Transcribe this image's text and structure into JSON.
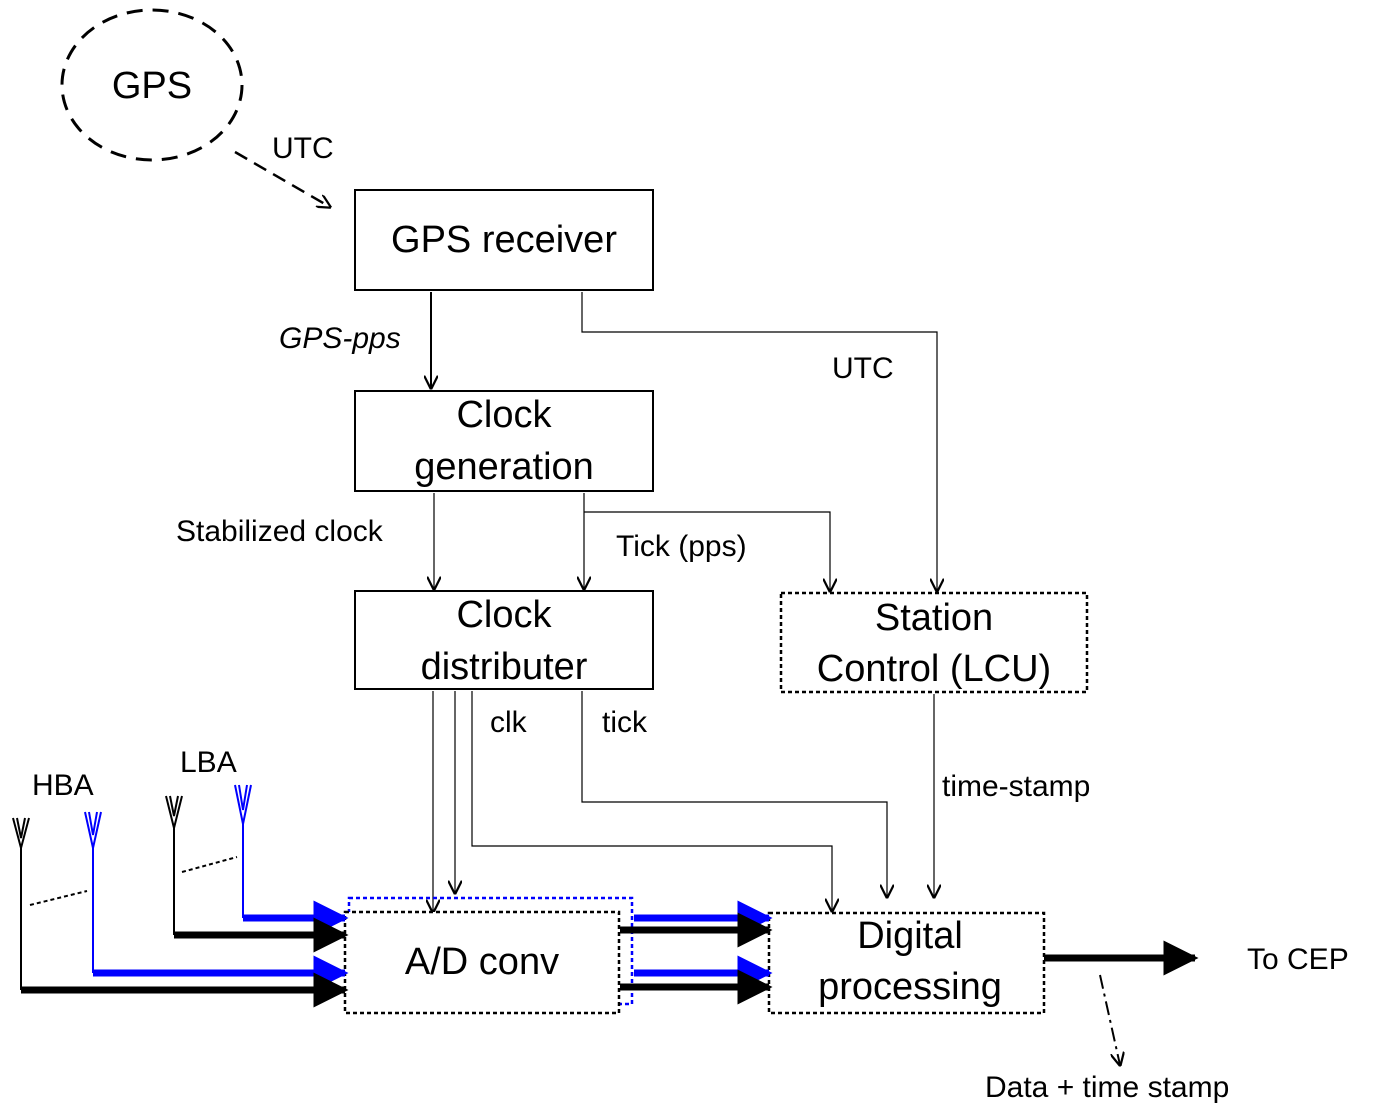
{
  "nodes": {
    "gps": "GPS",
    "gps_receiver": "GPS receiver",
    "clock_generation": [
      "Clock",
      "generation"
    ],
    "clock_distributer": [
      "Clock",
      "distributer"
    ],
    "station_control": [
      "Station",
      "Control (LCU)"
    ],
    "ad_conv": "A/D conv",
    "digital_processing": [
      "Digital",
      "processing"
    ]
  },
  "labels": {
    "utc_in": "UTC",
    "gps_pps": "GPS-pps",
    "utc_receiver": "UTC",
    "stabilized_clock": "Stabilized clock",
    "tick_pps": "Tick (pps)",
    "clk": "clk",
    "tick": "tick",
    "time_stamp": "time-stamp",
    "hba": "HBA",
    "lba": "LBA",
    "to_cep": "To CEP",
    "data_time_stamp": "Data + time stamp"
  },
  "colors": {
    "line": "#000000",
    "hba_lba_signal": "#0000ff"
  }
}
